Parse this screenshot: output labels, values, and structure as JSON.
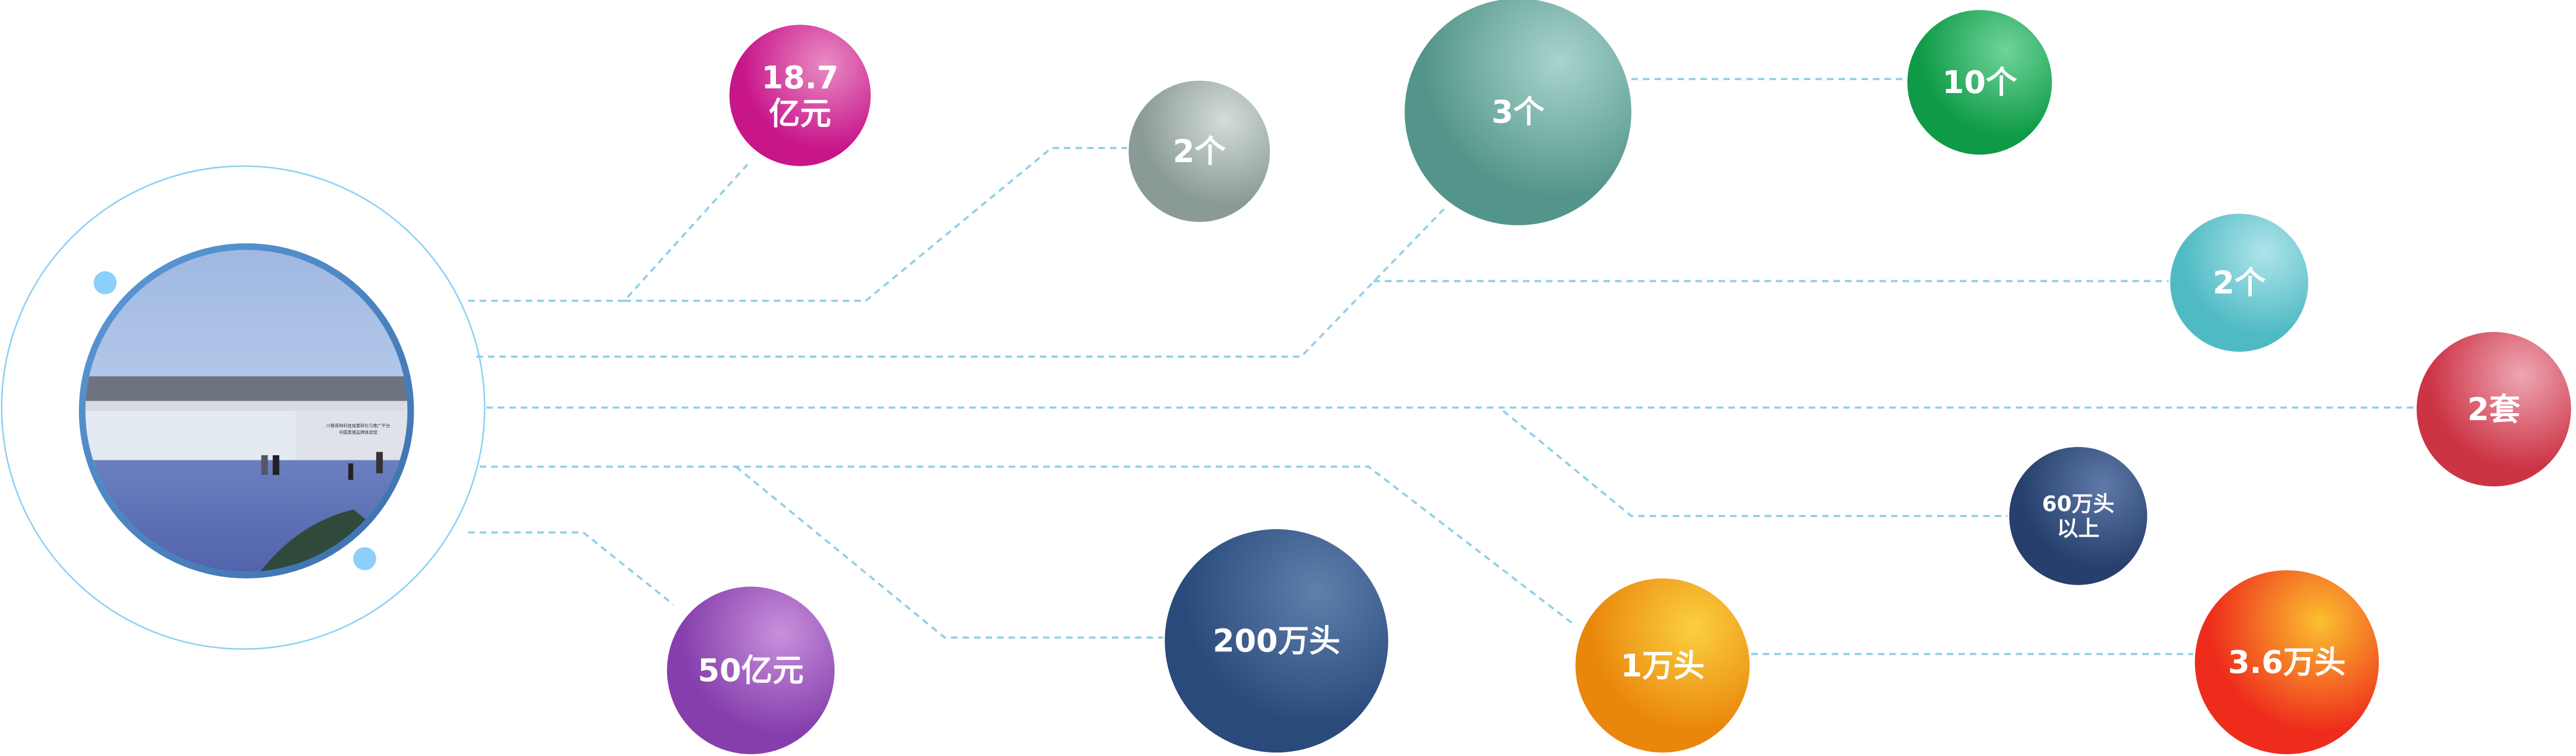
{
  "photo": {
    "sign_line1": "川猪育种科技成果转化与推广平台",
    "sign_line2": "中国黑猪品牌体验馆"
  },
  "bubbles": [
    {
      "id": "investment",
      "lines": [
        "18.7",
        "亿元"
      ],
      "color": "#c8158a",
      "light": "#e88cc4"
    },
    {
      "id": "count-a",
      "lines": [
        "2个"
      ],
      "color": "#8a9a96",
      "light": "#d4ddd8"
    },
    {
      "id": "count-b",
      "lines": [
        "3个"
      ],
      "color": "#53958a",
      "light": "#a8d4cc"
    },
    {
      "id": "count-c",
      "lines": [
        "10个"
      ],
      "color": "#0e9a46",
      "light": "#6fd49a"
    },
    {
      "id": "count-d",
      "lines": [
        "2个"
      ],
      "color": "#4fbac4",
      "light": "#aee4ea"
    },
    {
      "id": "sets",
      "lines": [
        "2套"
      ],
      "color": "#cc3444",
      "light": "#eea6b4"
    },
    {
      "id": "herd-60w",
      "lines": [
        "60万头",
        "以上"
      ],
      "color": "#263f6c",
      "light": "#5f7aa8"
    },
    {
      "id": "herd-200w",
      "lines": [
        "200万头"
      ],
      "color": "#2a4a7c",
      "light": "#5f80ac"
    },
    {
      "id": "herd-1w",
      "lines": [
        "1万头"
      ],
      "color": "#e9860c",
      "light": "#fbd040"
    },
    {
      "id": "herd-3.6w",
      "lines": [
        "3.6万头"
      ],
      "color": "#ee2c1c",
      "light": "#fbc030"
    },
    {
      "id": "output",
      "lines": [
        "50亿元"
      ],
      "color": "#853eac",
      "light": "#c890dc"
    }
  ]
}
